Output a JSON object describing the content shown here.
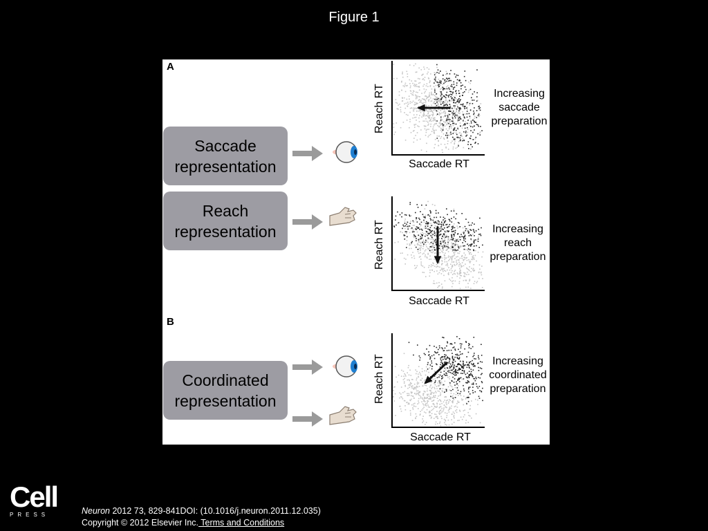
{
  "figure_title": "Figure 1",
  "panel_a": {
    "label": "A",
    "saccade_box": "Saccade\nrepresentation",
    "reach_box": "Reach\nrepresentation",
    "plots": [
      {
        "ylabel": "Reach RT",
        "xlabel": "Saccade RT",
        "caption": "Increasing\nsaccade\npreparation"
      },
      {
        "ylabel": "Reach RT",
        "xlabel": "Saccade RT",
        "caption": "Increasing\nreach\npreparation"
      }
    ]
  },
  "panel_b": {
    "label": "B",
    "coordinated_box": "Coordinated\nrepresentation",
    "plot": {
      "ylabel": "Reach RT",
      "xlabel": "Saccade RT",
      "caption": "Increasing\ncoordinated\npreparation"
    }
  },
  "icons": [
    "eye-icon",
    "hand-icon"
  ],
  "colors": {
    "box_gray": "#9d9ca3",
    "arrow_gray": "#9a9a9a",
    "eye_blue": "#1f7fd1"
  },
  "footer": {
    "journal": "Neuron",
    "citation": " 2012 73, 829-841DOI: (10.1016/j.neuron.2011.12.035)",
    "copyright": "Copyright © 2012 Elsevier Inc.",
    "terms_link": " Terms and Conditions"
  },
  "logo": {
    "word": "Cell",
    "press": "PRESS"
  }
}
